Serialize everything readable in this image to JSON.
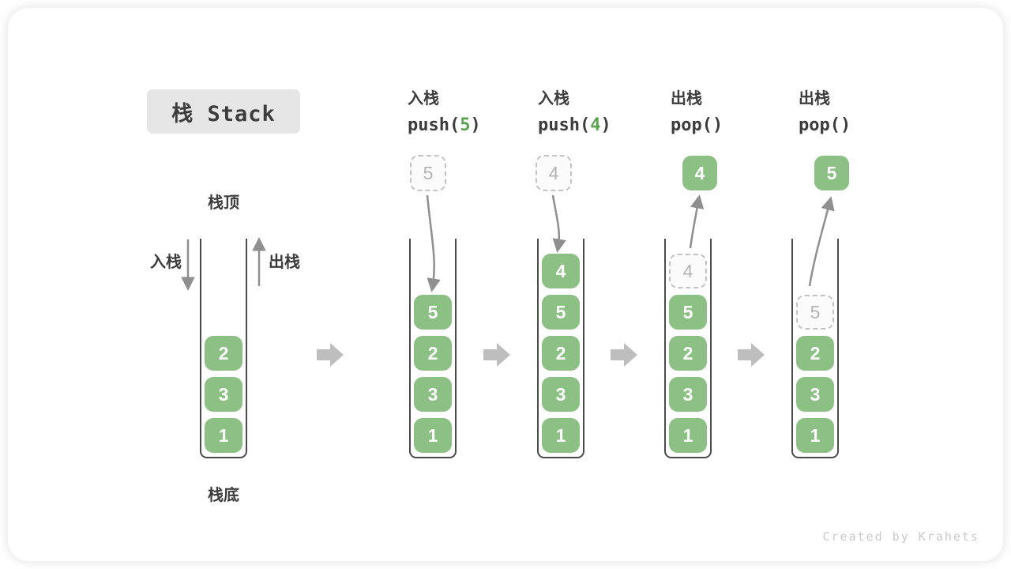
{
  "title_badge": {
    "text": "栈 Stack"
  },
  "legend": {
    "stack_top": "栈顶",
    "stack_bottom": "栈底",
    "push_label": "入栈",
    "pop_label": "出栈"
  },
  "operations": [
    {
      "name": "入栈",
      "code": "push(",
      "arg": "5",
      "close": ")"
    },
    {
      "name": "入栈",
      "code": "push(",
      "arg": "4",
      "close": ")"
    },
    {
      "name": "出栈",
      "code": "pop(",
      "arg": "",
      "close": ")"
    },
    {
      "name": "出栈",
      "code": "pop(",
      "arg": "",
      "close": ")"
    }
  ],
  "stacks": [
    {
      "state": "initial",
      "items": [
        "2",
        "3",
        "1"
      ]
    },
    {
      "state": "after-push-5",
      "floating": {
        "value": "5",
        "kind": "dashed"
      },
      "items": [
        "5",
        "2",
        "3",
        "1"
      ]
    },
    {
      "state": "after-push-4",
      "floating": {
        "value": "4",
        "kind": "dashed"
      },
      "items": [
        "4",
        "5",
        "2",
        "3",
        "1"
      ]
    },
    {
      "state": "after-pop-4",
      "floating": {
        "value": "4",
        "kind": "solid"
      },
      "ghost": "4",
      "items": [
        "5",
        "2",
        "3",
        "1"
      ]
    },
    {
      "state": "after-pop-5",
      "floating": {
        "value": "5",
        "kind": "solid"
      },
      "ghost": "5",
      "items": [
        "2",
        "3",
        "1"
      ]
    }
  ],
  "colors": {
    "box_green": "#8CC084",
    "arg_green": "#5BA353",
    "text_dark": "#3C3C3C",
    "wall_dark": "#4B4B4B",
    "arrow_gray": "#8F8F8F",
    "block_arrow_gray": "#BEBEBE",
    "ghost_border": "#C3C3C3",
    "ghost_text": "#B3B3B3",
    "badge_bg": "#E6E6E6",
    "watermark_gray": "#C9C9C9"
  },
  "watermark": "Created by Krahets"
}
